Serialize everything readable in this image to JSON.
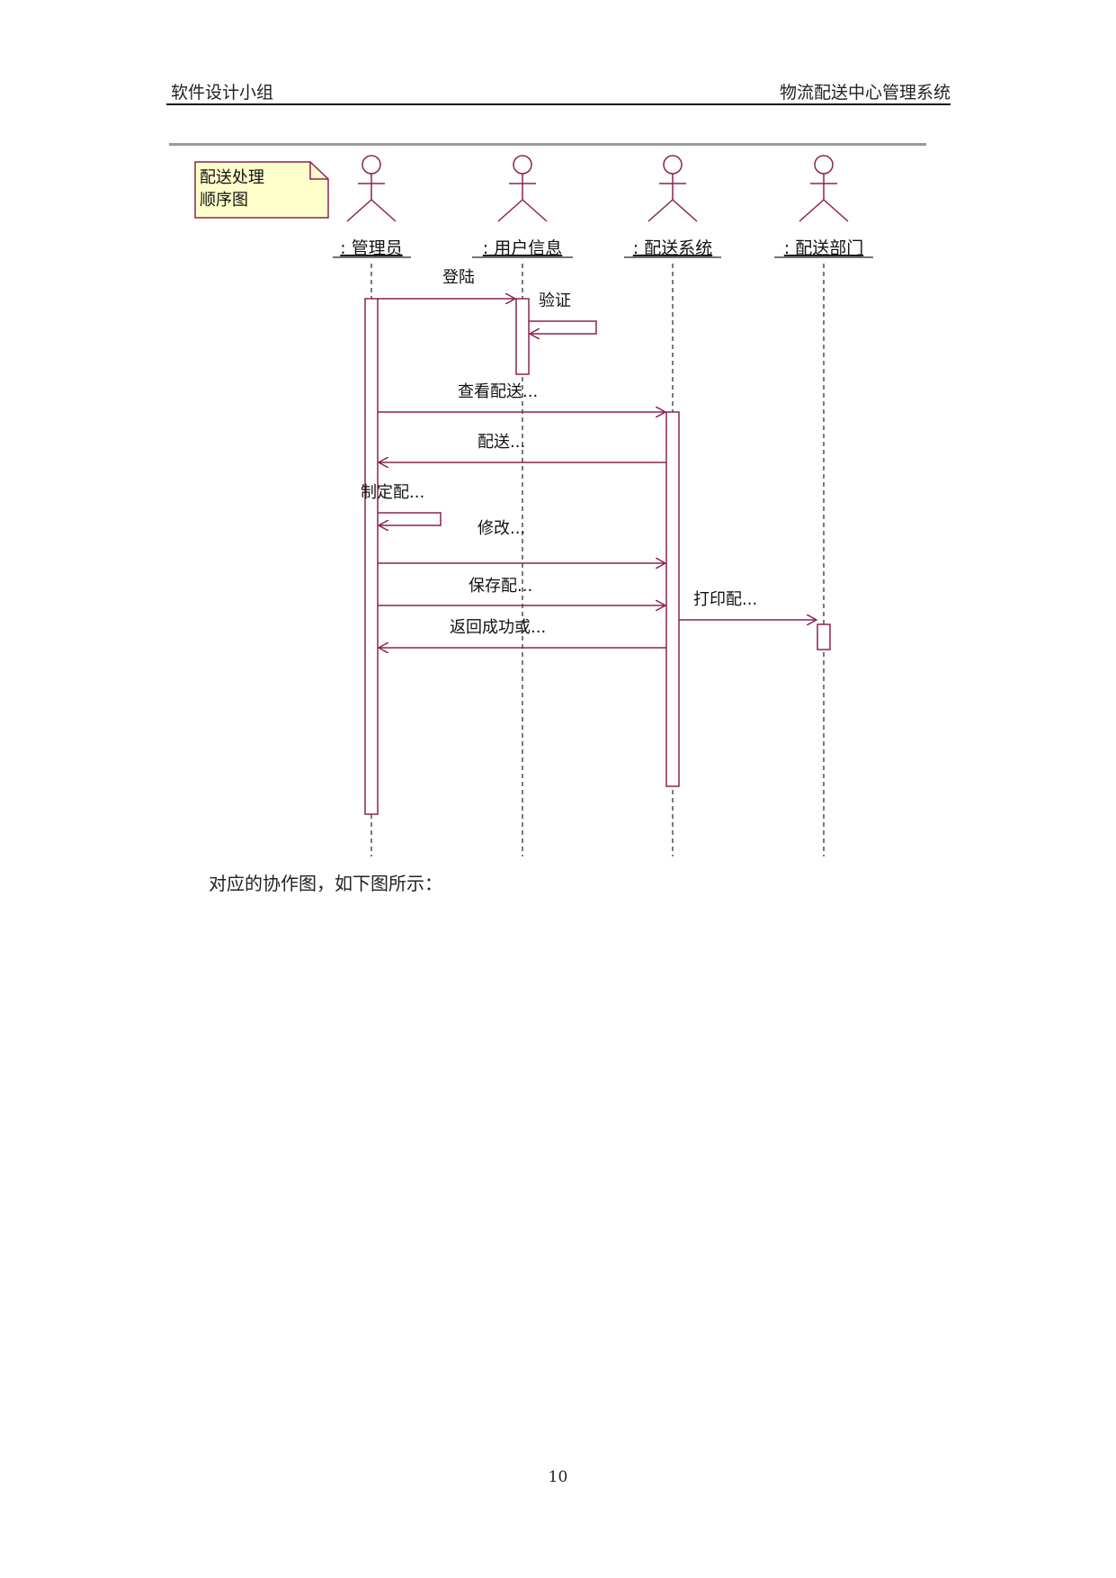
{
  "header": {
    "left": "软件设计小组",
    "right": "物流配送中心管理系统"
  },
  "diagram": {
    "note": [
      "配送处理",
      "顺序图"
    ],
    "lifelines": [
      {
        "id": "admin",
        "label": ": 管理员"
      },
      {
        "id": "user",
        "label": ": 用户信息"
      },
      {
        "id": "system",
        "label": ": 配送系统"
      },
      {
        "id": "dept",
        "label": ": 配送部门"
      }
    ],
    "messages": [
      {
        "id": "login",
        "label": "登陆"
      },
      {
        "id": "verify",
        "label": "验证"
      },
      {
        "id": "query",
        "label": "查看配送..."
      },
      {
        "id": "return-delivery",
        "label": "配送..."
      },
      {
        "id": "make-plan",
        "label": "制定配..."
      },
      {
        "id": "modify",
        "label": "修改..."
      },
      {
        "id": "save",
        "label": "保存配..."
      },
      {
        "id": "print",
        "label": "打印配..."
      },
      {
        "id": "result",
        "label": "返回成功或..."
      }
    ],
    "colors": {
      "line": "#8b2252",
      "note_fill": "#ffffcc",
      "note_border": "#8b2252",
      "lifeline": "#333333"
    }
  },
  "caption": "对应的协作图，如下图所示：",
  "page_number": "10"
}
